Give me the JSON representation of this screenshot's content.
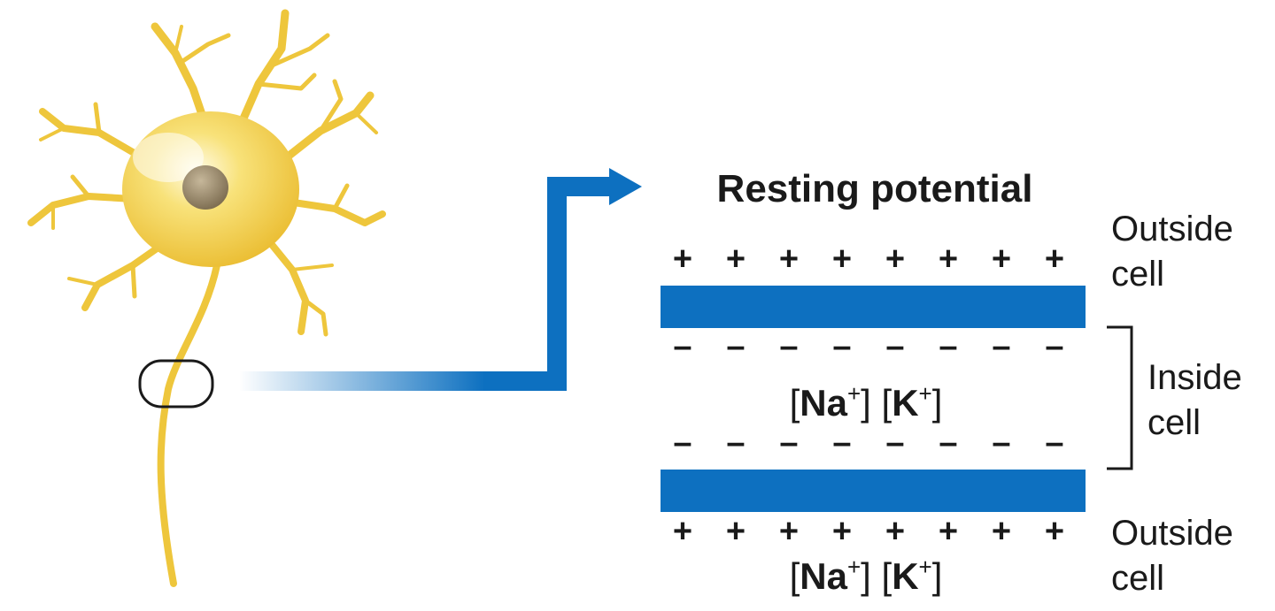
{
  "title": "Resting potential",
  "labels": {
    "outside_top": [
      "Outside",
      "cell"
    ],
    "inside": [
      "Inside",
      "cell"
    ],
    "outside_bottom": [
      "Outside",
      "cell"
    ]
  },
  "ions": {
    "inside": {
      "na": "Na",
      "k": "K",
      "charge": "+"
    },
    "outside": {
      "na": "Na",
      "k": "K",
      "charge": "+"
    }
  },
  "charges": {
    "outside_top": [
      "+",
      "+",
      "+",
      "+",
      "+",
      "+",
      "+",
      "+"
    ],
    "inside_top": [
      "–",
      "–",
      "–",
      "–",
      "–",
      "–",
      "–",
      "–"
    ],
    "inside_bottom": [
      "–",
      "–",
      "–",
      "–",
      "–",
      "–",
      "–",
      "–"
    ],
    "outside_bottom": [
      "+",
      "+",
      "+",
      "+",
      "+",
      "+",
      "+",
      "+"
    ]
  },
  "colors": {
    "membrane": "#0d70c0",
    "arrow": "#0d70c0",
    "neuron": "#f3d04c",
    "nucleus": "#8b7a5e"
  }
}
